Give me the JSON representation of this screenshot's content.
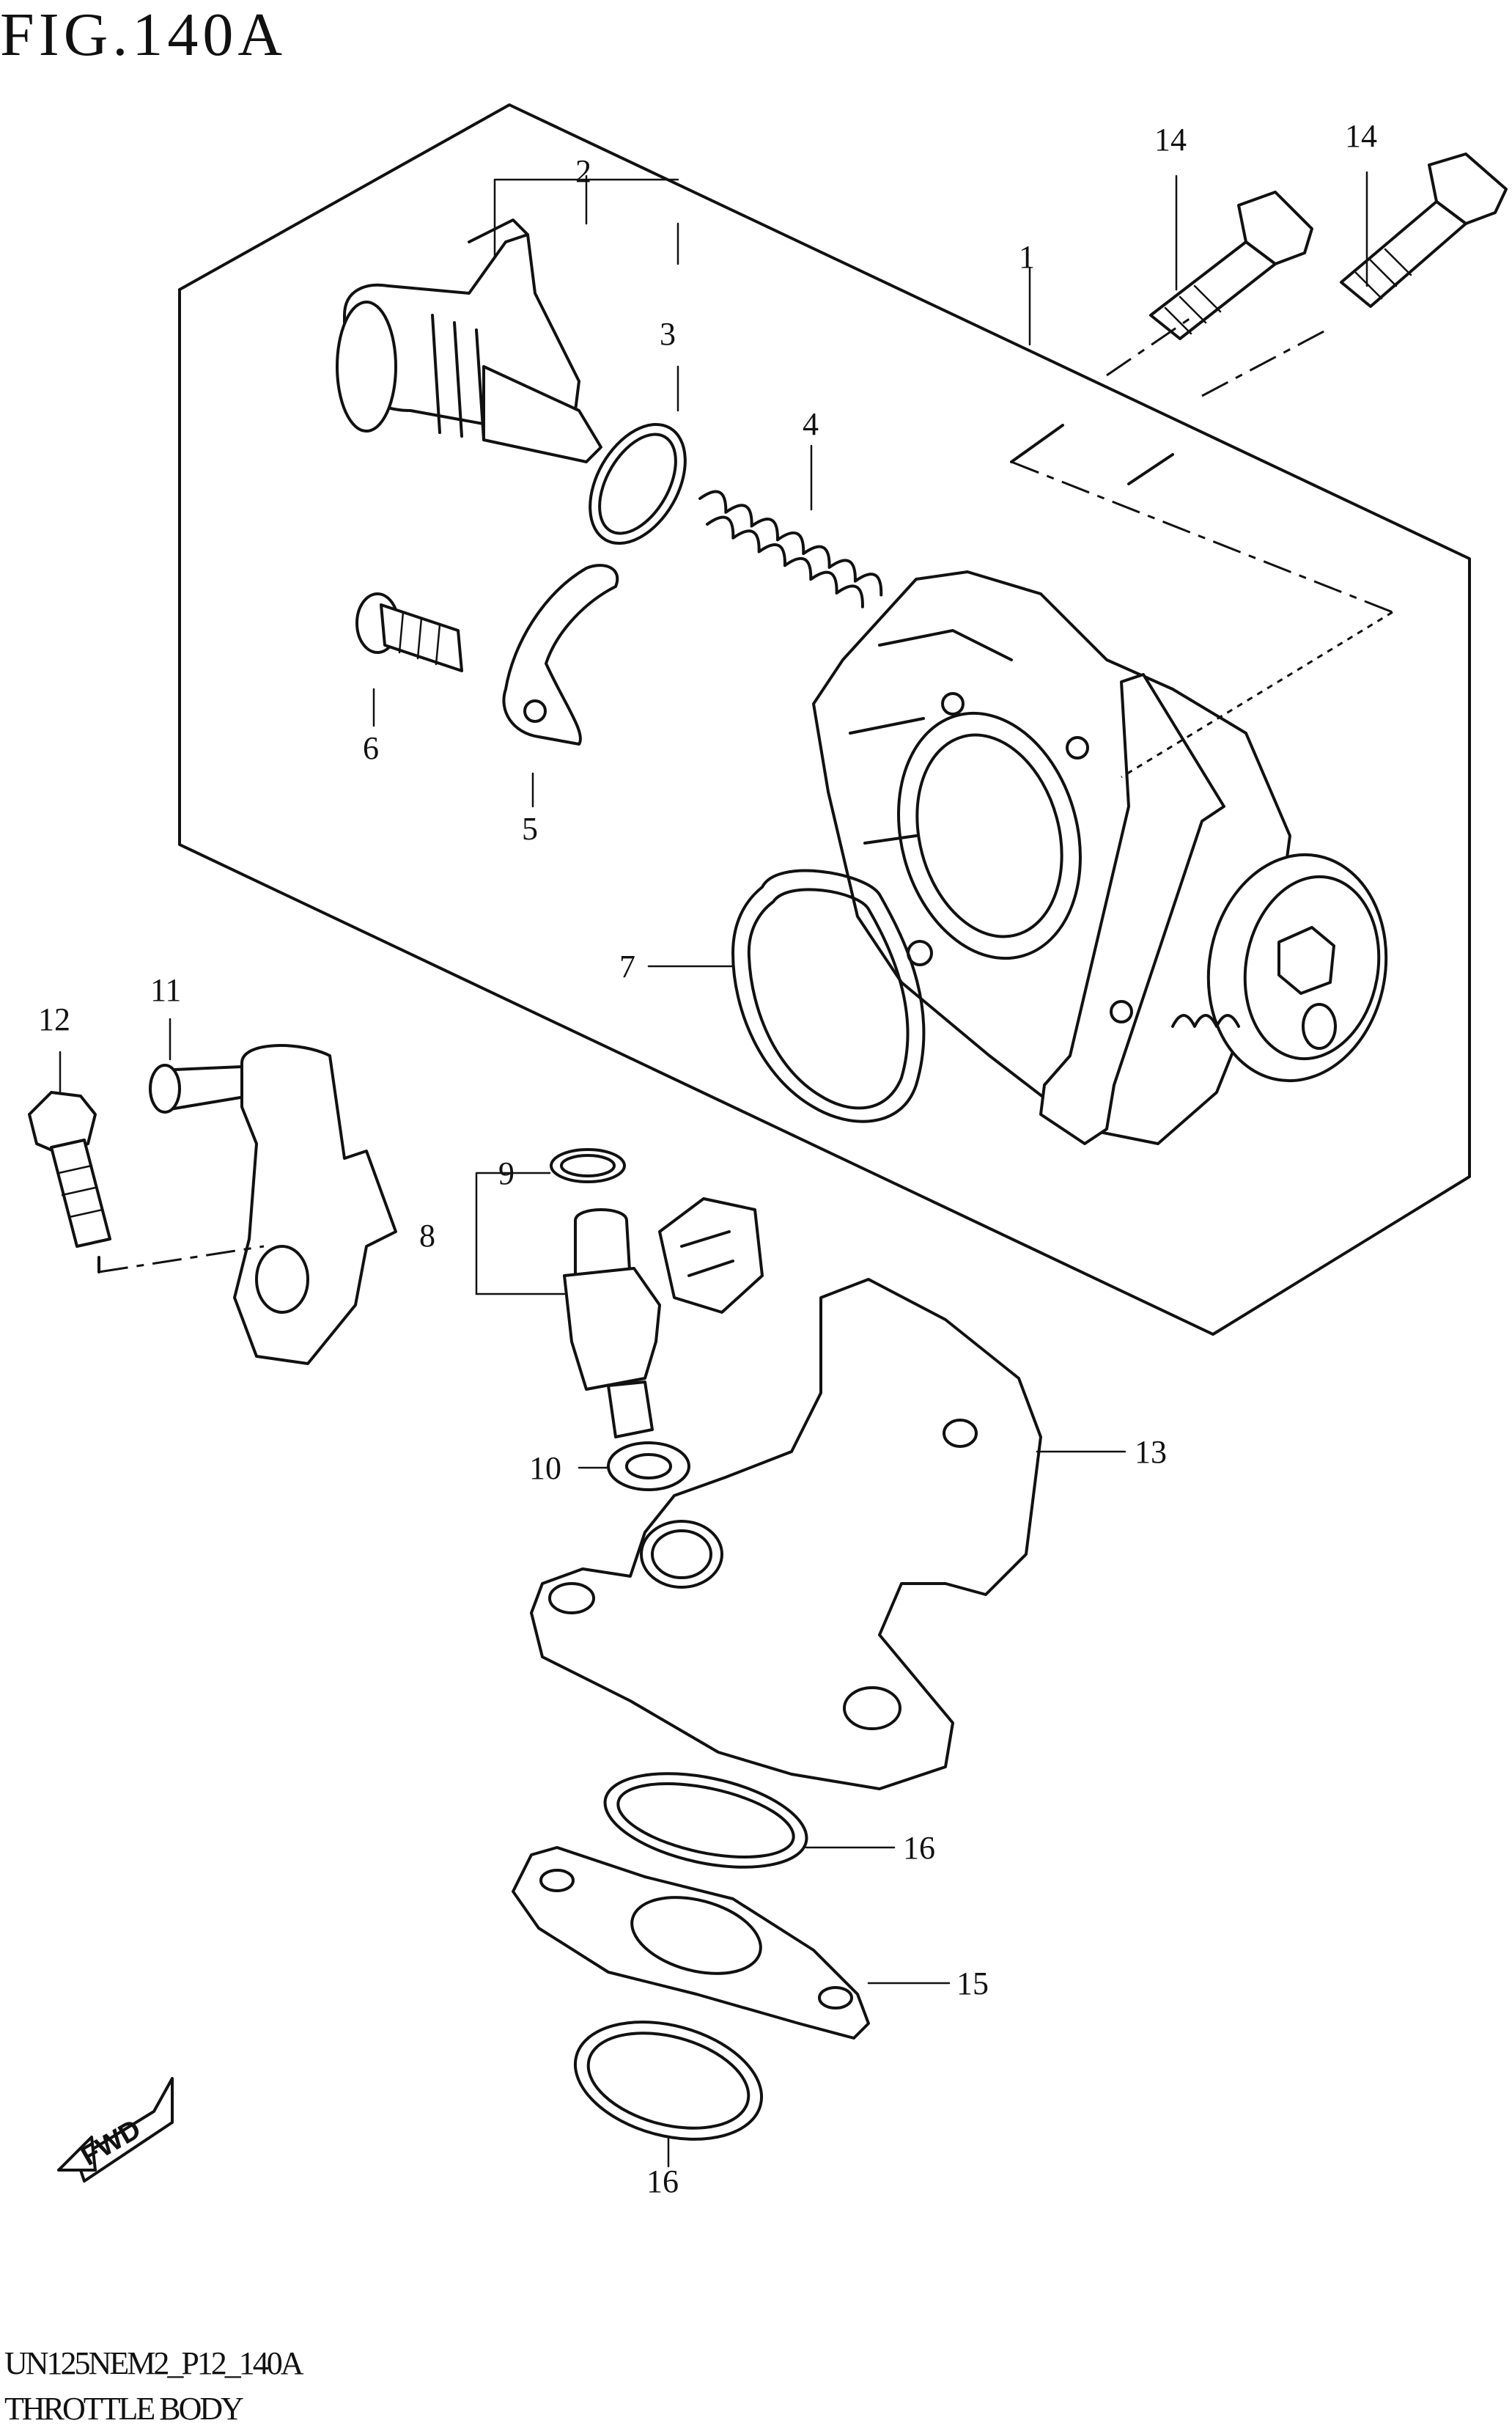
{
  "figure": {
    "title": "FIG.140A",
    "code": "UN125NEM2_P12_140A",
    "name": "THROTTLE BODY",
    "fwd_label": "FWD"
  },
  "callouts": {
    "c1": "1",
    "c2": "2",
    "c3": "3",
    "c4": "4",
    "c5": "5",
    "c6": "6",
    "c7": "7",
    "c8": "8",
    "c9": "9",
    "c10": "10",
    "c11": "11",
    "c12": "12",
    "c13": "13",
    "c14a": "14",
    "c14b": "14",
    "c15": "15",
    "c16a": "16",
    "c16b": "16"
  }
}
